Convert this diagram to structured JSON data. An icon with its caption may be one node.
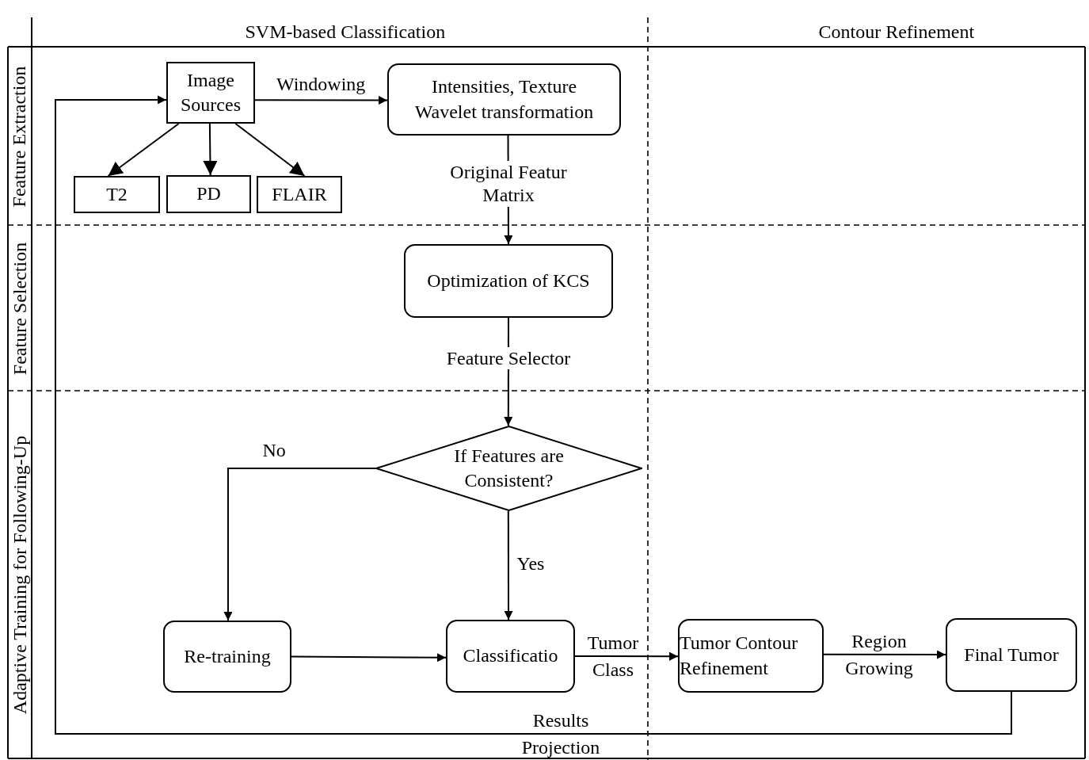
{
  "diagram": {
    "nodes": [
      {
        "text": [
          "Image Sources"
        ]
      },
      {
        "text": [
          "T2"
        ]
      },
      {
        "text": [
          "PD"
        ]
      },
      {
        "text": [
          "FLAIR"
        ]
      },
      {
        "text": [
          "Intensities, Texture Wavelet transformation"
        ]
      },
      {
        "text": [
          "Optimization of KCS"
        ]
      },
      {
        "text": [
          "If Features are Consistent?"
        ]
      },
      {
        "text": [
          "Re-training"
        ]
      },
      {
        "text": [
          "Classificatio"
        ]
      },
      {
        "text": [
          "Tumor Contour Refinement"
        ]
      },
      {
        "text": [
          "Final Tumor"
        ]
      }
    ],
    "edges": [
      {
        "from": 0,
        "to": 1,
        "arrow": "to"
      },
      {
        "from": 0,
        "to": 2,
        "arrow": "to"
      },
      {
        "from": 0,
        "to": 3,
        "arrow": "to"
      },
      {
        "from": 0,
        "to": 4,
        "arrow": "to",
        "label": "Windowing"
      },
      {
        "from": 4,
        "to": 5,
        "arrow": "to",
        "label": "Original Featur Matrix"
      },
      {
        "from": 5,
        "to": 6,
        "arrow": "to",
        "label": "Feature Selector"
      },
      {
        "from": 6,
        "to": 7,
        "arrow": "to",
        "label": "No"
      },
      {
        "from": 6,
        "to": 8,
        "arrow": "to",
        "label": "Yes"
      },
      {
        "from": 7,
        "to": 8,
        "arrow": "to"
      },
      {
        "from": 8,
        "to": 9,
        "arrow": "to",
        "label": "Tumor Class"
      },
      {
        "from": 9,
        "to": 10,
        "arrow": "to",
        "label": "Region Growing"
      },
      {
        "from": 10,
        "to": 0,
        "arrow": "to",
        "label": "Results Projection"
      }
    ],
    "labels": [
      "SVM-based Classification",
      "Contour Refinement",
      "Feature Extraction",
      "Feature Selection",
      "Adaptive Training for Following-Up"
    ]
  }
}
